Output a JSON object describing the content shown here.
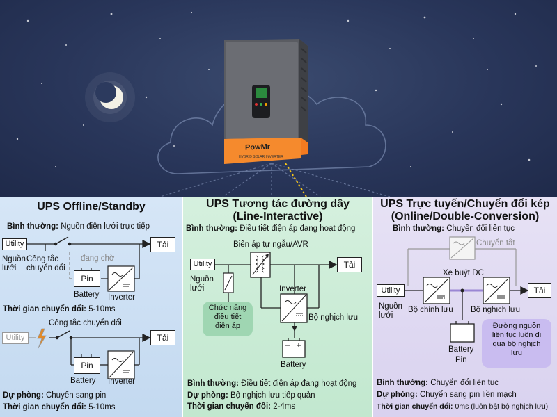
{
  "hero": {
    "brand": "PowMr",
    "subtitle": "HYBRID SOLAR INVERTER"
  },
  "offline": {
    "title": "UPS Offline/Standby",
    "normal_label": "Bình thường:",
    "normal_value": "Nguồn điện lưới trực tiếp",
    "utility": "Utility",
    "load": "Tải",
    "grid": "Nguồn\nlưới",
    "switch": "Công tắc\nchuyển đổi",
    "standby": "đang chờ",
    "pin": "Pin",
    "battery": "Battery",
    "inverter": "Inverter",
    "transfer_label": "Thời gian chuyển đổi:",
    "transfer_value": "5-10ms",
    "switch2": "Công tắc chuyển đổi",
    "backup_label": "Dự phòng:",
    "backup_value": "Chuyển sang pin",
    "transfer2_label": "Thời gian chuyển đổi:",
    "transfer2_value": "5-10ms"
  },
  "line": {
    "title1": "UPS Tương tác đường dây",
    "title2": "(Line-Interactive)",
    "normal_label": "Bình thường:",
    "normal_value": "Điều tiết điện áp đang hoạt động",
    "avr": "Biến áp tự ngẫu/AVR",
    "utility": "Utility",
    "load": "Tải",
    "grid": "Nguồn\nlưới",
    "inverter": "Inverter",
    "inverter_vi": "Bộ nghịch lưu",
    "bubble": "Chức năng\nđiều tiết\nđiện áp",
    "battery": "Battery",
    "f_normal_label": "Bình thường:",
    "f_normal_value": "Điều tiết điện áp đang hoạt động",
    "f_backup_label": "Dự phòng:",
    "f_backup_value": "Bộ nghịch lưu tiếp quản",
    "f_transfer_label": "Thời gian chuyển đổi:",
    "f_transfer_value": "2-4ms"
  },
  "online": {
    "title1": "UPS Trực tuyến/Chuyển đổi kép",
    "title2": "(Online/Double-Conversion)",
    "normal_label": "Bình thường:",
    "normal_value": "Chuyển đổi liên tục",
    "bypass": "Chuyển tắt",
    "dc_bus": "Xe buýt DC",
    "utility": "Utility",
    "load": "Tải",
    "grid": "Nguồn\nlưới",
    "rectifier": "Bộ chỉnh lưu",
    "inverter_vi": "Bộ nghịch lưu",
    "battery": "Battery",
    "pin": "Pin",
    "bubble": "Đường nguồn\nliên tục luôn đi\nqua bộ nghịch\nlưu",
    "f_normal_label": "Bình thường:",
    "f_normal_value": "Chuyển đổi liên tục",
    "f_backup_label": "Dự phòng:",
    "f_backup_value": "Chuyển sang pin liền mạch",
    "f_transfer_label": "Thời gian chuyển đổi:",
    "f_transfer_value": "0ms (luôn bật bộ nghịch lưu)"
  }
}
